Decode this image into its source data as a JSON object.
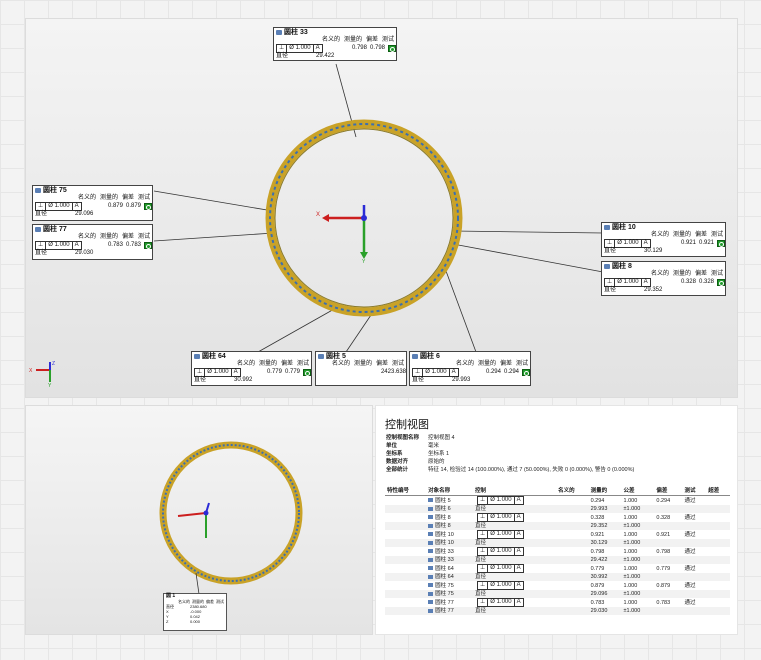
{
  "callouts": [
    {
      "id": "33",
      "title": "圆柱 33",
      "headers": [
        "名义的",
        "测量的",
        "偏差",
        "测试"
      ],
      "fcf": [
        "⊥",
        "Ø 1.000",
        "A"
      ],
      "measured": "0.798",
      "deviation": "0.798",
      "footer_label": "直径",
      "footer_value": "29.422"
    },
    {
      "id": "75",
      "title": "圆柱 75",
      "headers": [
        "名义的",
        "测量的",
        "偏差",
        "测试"
      ],
      "fcf": [
        "⊥",
        "Ø 1.000",
        "A"
      ],
      "measured": "0.879",
      "deviation": "0.879",
      "footer_label": "直径",
      "footer_value": "29.096"
    },
    {
      "id": "77",
      "title": "圆柱 77",
      "headers": [
        "名义的",
        "测量的",
        "偏差",
        "测试"
      ],
      "fcf": [
        "⊥",
        "Ø 1.000",
        "A"
      ],
      "measured": "0.783",
      "deviation": "0.783",
      "footer_label": "直径",
      "footer_value": "29.030"
    },
    {
      "id": "10",
      "title": "圆柱 10",
      "headers": [
        "名义的",
        "测量的",
        "偏差",
        "测试"
      ],
      "fcf": [
        "⊥",
        "Ø 1.000",
        "A"
      ],
      "measured": "0.921",
      "deviation": "0.921",
      "footer_label": "直径",
      "footer_value": "30.129"
    },
    {
      "id": "8",
      "title": "圆柱 8",
      "headers": [
        "名义的",
        "测量的",
        "偏差",
        "测试"
      ],
      "fcf": [
        "⊥",
        "Ø 1.000",
        "A"
      ],
      "measured": "0.328",
      "deviation": "0.328",
      "footer_label": "直径",
      "footer_value": "29.352"
    },
    {
      "id": "64",
      "title": "圆柱 64",
      "headers": [
        "名义的",
        "测量的",
        "偏差",
        "测试"
      ],
      "fcf": [
        "⊥",
        "Ø 1.000",
        "A"
      ],
      "measured": "0.779",
      "deviation": "0.779",
      "footer_label": "直径",
      "footer_value": "30.992"
    },
    {
      "id": "5",
      "title": "圆柱 5",
      "headers": [
        "名义的",
        "测量的",
        "偏差",
        "测试"
      ],
      "fcf": [],
      "measured": "2423.638",
      "deviation": "",
      "footer_label": "",
      "footer_value": ""
    },
    {
      "id": "6",
      "title": "圆柱 6",
      "headers": [
        "名义的",
        "测量的",
        "偏差",
        "测试"
      ],
      "fcf": [
        "⊥",
        "Ø 1.000",
        "A"
      ],
      "measured": "0.294",
      "deviation": "0.294",
      "footer_label": "直径",
      "footer_value": "29.993"
    }
  ],
  "axes": {
    "x": "X",
    "y": "Y",
    "z": "Z"
  },
  "mini_callout": {
    "title": "圆 1",
    "headers": [
      "名义的",
      "测量的",
      "偏差",
      "测试"
    ],
    "rows": [
      [
        "直径",
        "",
        "2380.680"
      ],
      [
        "X",
        "",
        "-0.000"
      ],
      [
        "Y",
        "",
        "0.042"
      ],
      [
        "Z",
        "",
        "0.000"
      ]
    ]
  },
  "report": {
    "title": "控制视图",
    "meta": [
      {
        "k": "控制视图名称",
        "v": "控制视图 4"
      },
      {
        "k": "单位",
        "v": "毫米"
      },
      {
        "k": "坐标系",
        "v": "坐标系 1"
      },
      {
        "k": "数据对齐",
        "v": "原始的"
      },
      {
        "k": "全部统计",
        "v": "特征 14, 检验过 14 (100.000%), 通过 7 (50.000%), 失败 0 (0.000%), 警告 0 (0.000%)"
      }
    ],
    "headers": [
      "特性编号",
      "对象名称",
      "控制",
      "名义的",
      "测量的",
      "公差",
      "偏差",
      "测试",
      "超差"
    ],
    "rows": [
      {
        "name": "圆柱 5",
        "ctrl": "⊥|Ø 1.000|A",
        "fcf": true,
        "meas": "0.294",
        "tol": "1.000",
        "dev": "0.294",
        "test": "通过"
      },
      {
        "name": "圆柱 6",
        "ctrl": "直径",
        "fcf": false,
        "meas": "29.993",
        "tol": "±1.000",
        "dev": "",
        "test": ""
      },
      {
        "name": "圆柱 8",
        "ctrl": "⊥|Ø 1.000|A",
        "fcf": true,
        "meas": "0.328",
        "tol": "1.000",
        "dev": "0.328",
        "test": "通过"
      },
      {
        "name": "圆柱 8",
        "ctrl": "直径",
        "fcf": false,
        "meas": "29.352",
        "tol": "±1.000",
        "dev": "",
        "test": ""
      },
      {
        "name": "圆柱 10",
        "ctrl": "⊥|Ø 1.000|A",
        "fcf": true,
        "meas": "0.921",
        "tol": "1.000",
        "dev": "0.921",
        "test": "通过"
      },
      {
        "name": "圆柱 10",
        "ctrl": "直径",
        "fcf": false,
        "meas": "30.129",
        "tol": "±1.000",
        "dev": "",
        "test": ""
      },
      {
        "name": "圆柱 33",
        "ctrl": "⊥|Ø 1.000|A",
        "fcf": true,
        "meas": "0.798",
        "tol": "1.000",
        "dev": "0.798",
        "test": "通过"
      },
      {
        "name": "圆柱 33",
        "ctrl": "直径",
        "fcf": false,
        "meas": "29.422",
        "tol": "±1.000",
        "dev": "",
        "test": ""
      },
      {
        "name": "圆柱 64",
        "ctrl": "⊥|Ø 1.000|A",
        "fcf": true,
        "meas": "0.779",
        "tol": "1.000",
        "dev": "0.779",
        "test": "通过"
      },
      {
        "name": "圆柱 64",
        "ctrl": "直径",
        "fcf": false,
        "meas": "30.992",
        "tol": "±1.000",
        "dev": "",
        "test": ""
      },
      {
        "name": "圆柱 75",
        "ctrl": "⊥|Ø 1.000|A",
        "fcf": true,
        "meas": "0.879",
        "tol": "1.000",
        "dev": "0.879",
        "test": "通过"
      },
      {
        "name": "圆柱 75",
        "ctrl": "直径",
        "fcf": false,
        "meas": "29.096",
        "tol": "±1.000",
        "dev": "",
        "test": ""
      },
      {
        "name": "圆柱 77",
        "ctrl": "⊥|Ø 1.000|A",
        "fcf": true,
        "meas": "0.783",
        "tol": "1.000",
        "dev": "0.783",
        "test": "通过"
      },
      {
        "name": "圆柱 77",
        "ctrl": "直径",
        "fcf": false,
        "meas": "29.030",
        "tol": "±1.000",
        "dev": "",
        "test": ""
      }
    ]
  },
  "colors": {
    "ring": "#c9a227",
    "ring_inner": "#3b6fb0",
    "x_axis": "#cc1f1f",
    "y_axis": "#2aa02a",
    "z_axis": "#2b2bd6",
    "pass": "#1f9a2a"
  }
}
